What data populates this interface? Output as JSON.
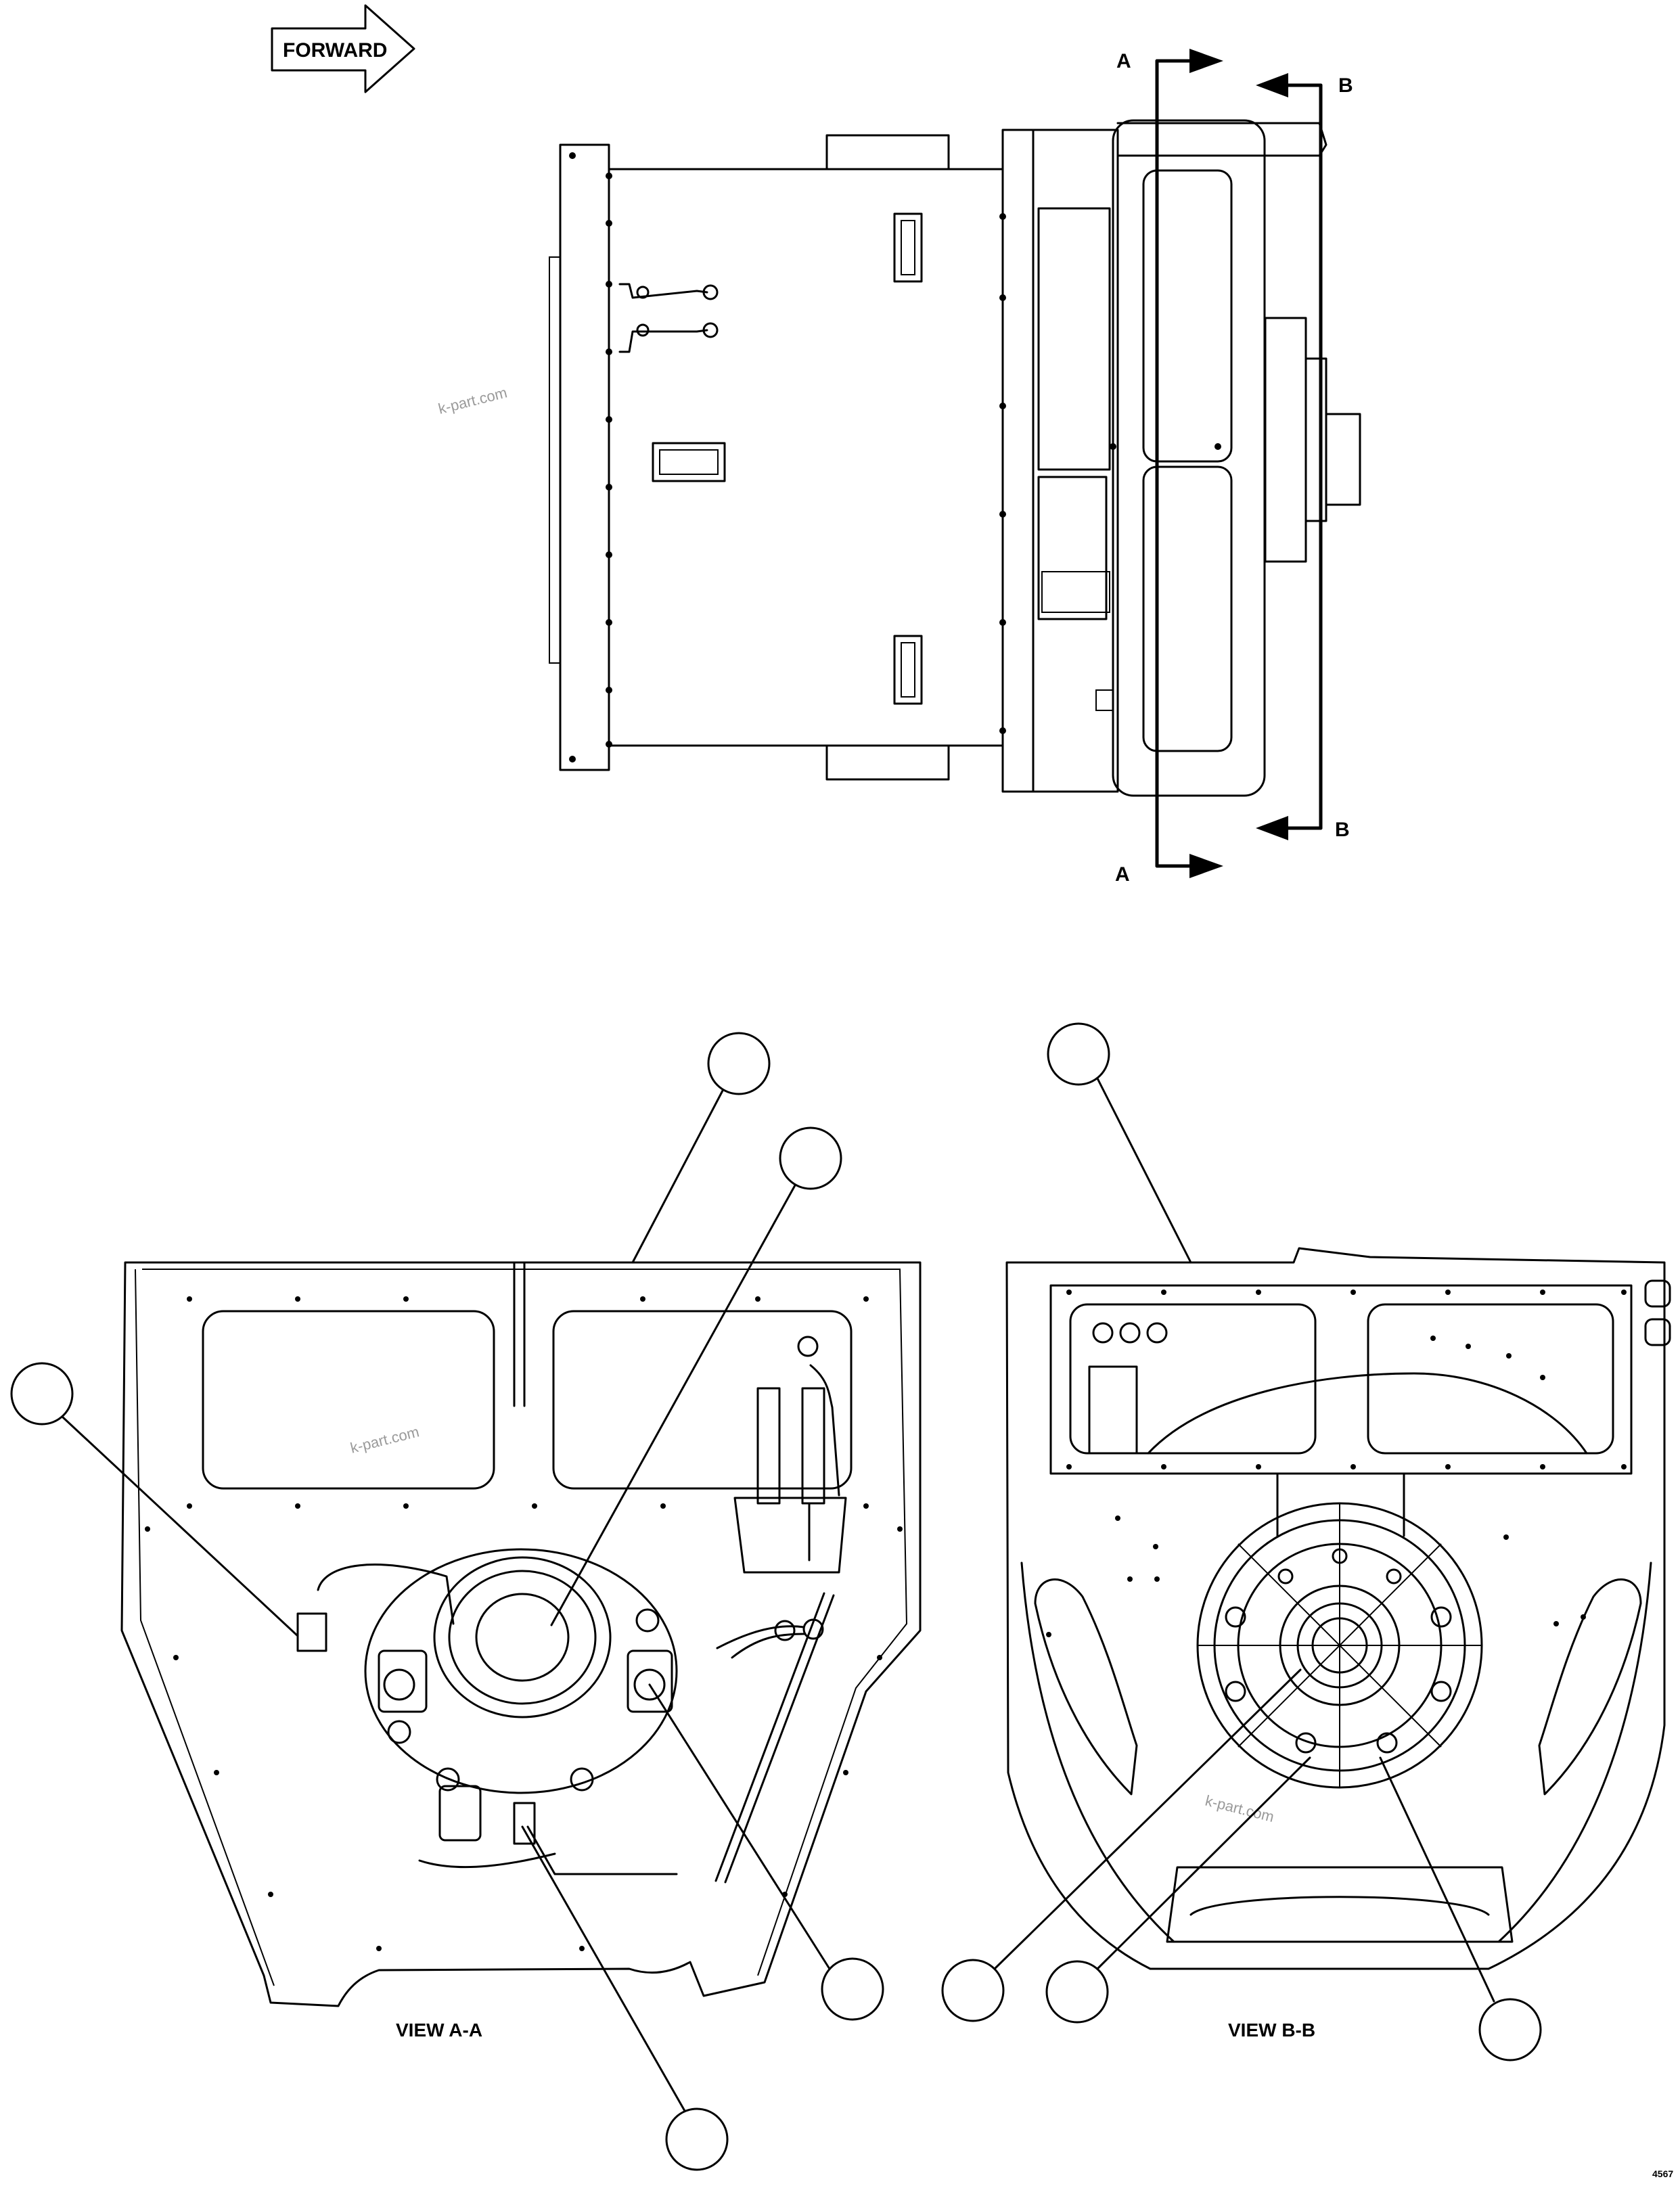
{
  "forward_label": "FORWARD",
  "section_a": "A",
  "section_b": "B",
  "view_a_label": "VIEW A-A",
  "view_b_label": "VIEW B-B",
  "watermark": "k-part.com",
  "sheet_id": "4567"
}
